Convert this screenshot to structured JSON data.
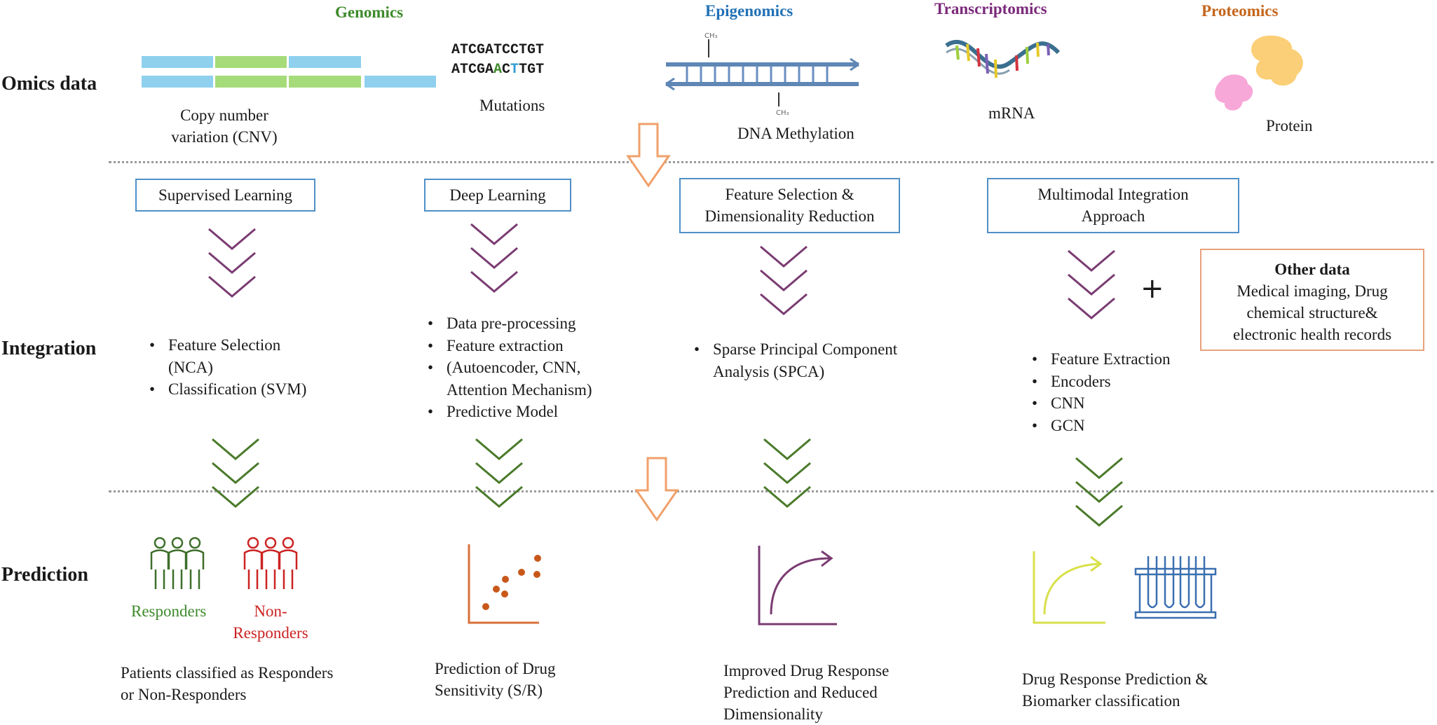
{
  "rows": {
    "omics": "Omics data",
    "integration": "Integration",
    "prediction": "Prediction"
  },
  "omics": {
    "genomics": "Genomics",
    "epigenomics": "Epigenomics",
    "transcriptomics": "Transcriptomics",
    "proteomics": "Proteomics",
    "cnv_line1": "Copy number",
    "cnv_line2": "variation (CNV)",
    "seq1": "ATCGATCCTGT",
    "seq2_a": "ATCGA",
    "seq2_b": "A",
    "seq2_c": "C",
    "seq2_d": "T",
    "seq2_e": "TGT",
    "mutations": "Mutations",
    "dna_methylation": "DNA Methylation",
    "mrna": "mRNA",
    "protein": "Protein"
  },
  "methods": {
    "supervised": "Supervised Learning",
    "deep": "Deep Learning",
    "fs_line1": "Feature Selection &",
    "fs_line2": "Dimensionality Reduction",
    "mm_line1": "Multimodal Integration",
    "mm_line2": "Approach"
  },
  "other_data": {
    "title": "Other data",
    "line1": "Medical imaging, Drug",
    "line2": "chemical structure&",
    "line3": "electronic health records",
    "plus": "+"
  },
  "integration": {
    "supervised": [
      "Feature Selection",
      "(NCA)",
      "Classification (SVM)"
    ],
    "deep": [
      "Data pre-processing",
      "Feature extraction",
      "(Autoencoder, CNN,",
      "Attention Mechanism)",
      "Predictive Model"
    ],
    "fs": [
      "Sparse Principal Component",
      "Analysis (SPCA)"
    ],
    "mm": [
      "Feature Extraction",
      "Encoders",
      "CNN",
      "GCN"
    ]
  },
  "prediction": {
    "responders": "Responders",
    "non_line1": "Non-",
    "non_line2": "Responders",
    "p1_line1": "Patients classified as Responders",
    "p1_line2": "or Non-Responders",
    "p2_line1": "Prediction of Drug",
    "p2_line2": "Sensitivity (S/R)",
    "p3_line1": "Improved Drug Response",
    "p3_line2": "Prediction and Reduced",
    "p3_line3": "Dimensionality",
    "p4_line1": "Drug Response Prediction &",
    "p4_line2": "Biomarker classification"
  },
  "colors": {
    "genomics": "#3e8a2c",
    "epigenomics": "#2171b5",
    "transcriptomics": "#7b2a7b",
    "proteomics": "#c5651b",
    "purple_chevron": "#7a3b72",
    "green_chevron": "#4a7a2a",
    "box_border": "#4f8fc7",
    "orange": "#e8a27c",
    "non_responders": "#cc2222"
  }
}
